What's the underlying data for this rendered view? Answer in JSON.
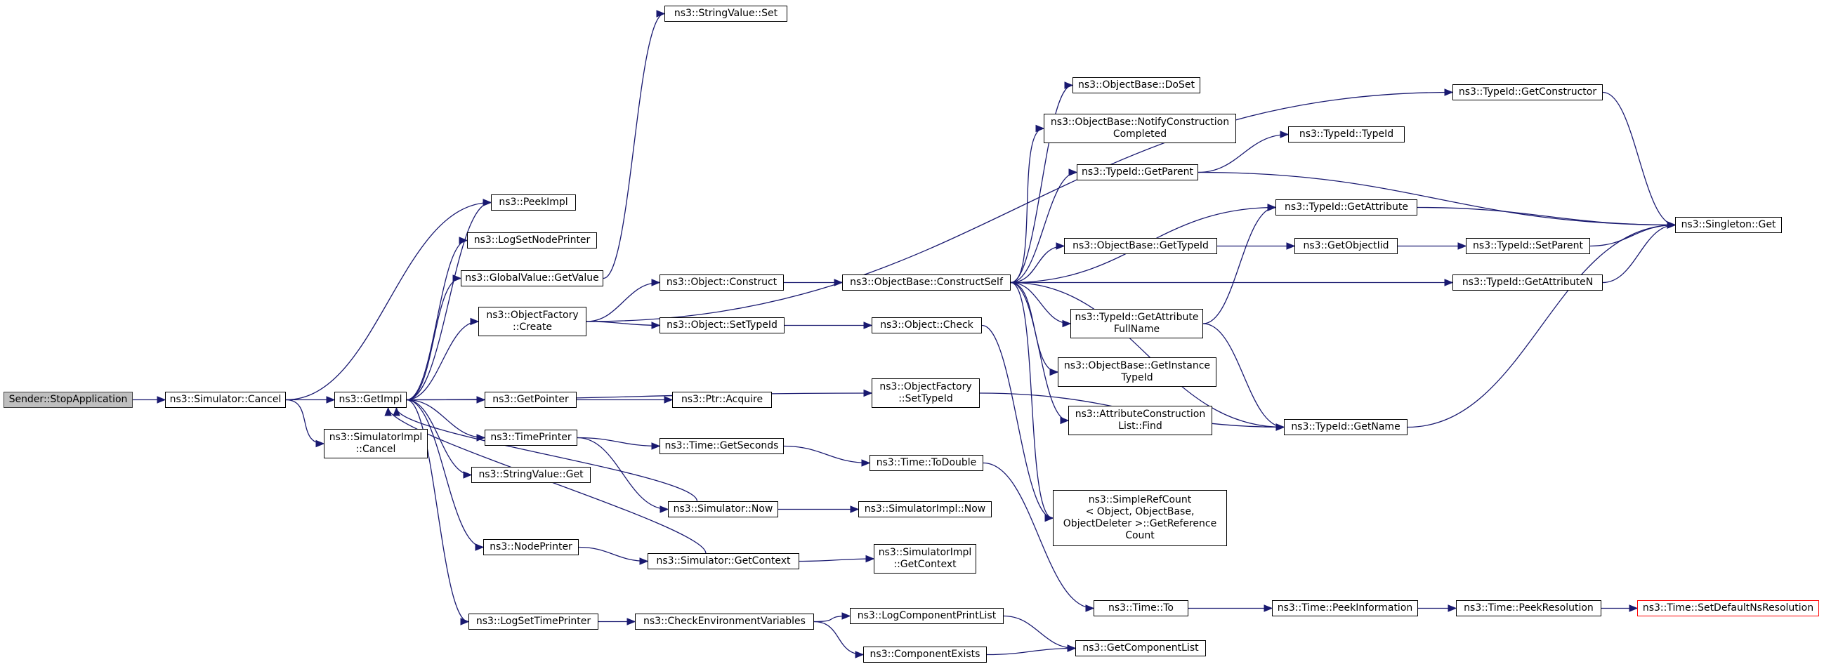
{
  "colors": {
    "edge": "#191970",
    "root_fill": "#bfbfbf",
    "truncated_border": "#ff0000"
  },
  "nodes": [
    {
      "id": "stopapp",
      "label": "Sender::StopApplication"
    },
    {
      "id": "simcancel",
      "label": "ns3::Simulator::Cancel"
    },
    {
      "id": "getimpl",
      "label": "ns3::GetImpl"
    },
    {
      "id": "simimplcancel",
      "label": "ns3::SimulatorImpl\n::Cancel"
    },
    {
      "id": "peekimpl",
      "label": "ns3::PeekImpl"
    },
    {
      "id": "logsetnode",
      "label": "ns3::LogSetNodePrinter"
    },
    {
      "id": "globalvalue",
      "label": "ns3::GlobalValue::GetValue"
    },
    {
      "id": "objfactorycreate",
      "label": "ns3::ObjectFactory\n::Create"
    },
    {
      "id": "getpointer",
      "label": "ns3::GetPointer"
    },
    {
      "id": "timeprinter",
      "label": "ns3::TimePrinter"
    },
    {
      "id": "stringvalueget",
      "label": "ns3::StringValue::Get"
    },
    {
      "id": "nodeprinter",
      "label": "ns3::NodePrinter"
    },
    {
      "id": "logsettime",
      "label": "ns3::LogSetTimePrinter"
    },
    {
      "id": "stringvalueset",
      "label": "ns3::StringValue::Set"
    },
    {
      "id": "objconstruct",
      "label": "ns3::Object::Construct"
    },
    {
      "id": "objsettypeid",
      "label": "ns3::Object::SetTypeId"
    },
    {
      "id": "ptracquire",
      "label": "ns3::Ptr::Acquire"
    },
    {
      "id": "timegetseconds",
      "label": "ns3::Time::GetSeconds"
    },
    {
      "id": "simnow",
      "label": "ns3::Simulator::Now"
    },
    {
      "id": "simgetcontext",
      "label": "ns3::Simulator::GetContext"
    },
    {
      "id": "checkenv",
      "label": "ns3::CheckEnvironmentVariables"
    },
    {
      "id": "constructself",
      "label": "ns3::ObjectBase::ConstructSelf"
    },
    {
      "id": "objcheck",
      "label": "ns3::Object::Check"
    },
    {
      "id": "objfactorysettypeid",
      "label": "ns3::ObjectFactory\n::SetTypeId"
    },
    {
      "id": "timetodouble",
      "label": "ns3::Time::ToDouble"
    },
    {
      "id": "simimplnow",
      "label": "ns3::SimulatorImpl::Now"
    },
    {
      "id": "simimplgetcontext",
      "label": "ns3::SimulatorImpl\n::GetContext"
    },
    {
      "id": "logcompprint",
      "label": "ns3::LogComponentPrintList"
    },
    {
      "id": "compexists",
      "label": "ns3::ComponentExists"
    },
    {
      "id": "doset",
      "label": "ns3::ObjectBase::DoSet"
    },
    {
      "id": "notifyconstruction",
      "label": "ns3::ObjectBase::NotifyConstruction\nCompleted"
    },
    {
      "id": "typeidgetparent",
      "label": "ns3::TypeId::GetParent"
    },
    {
      "id": "objbasegettypeid",
      "label": "ns3::ObjectBase::GetTypeId"
    },
    {
      "id": "getattrfullname",
      "label": "ns3::TypeId::GetAttribute\nFullName"
    },
    {
      "id": "getinstancetypeid",
      "label": "ns3::ObjectBase::GetInstance\nTypeId"
    },
    {
      "id": "attrconstruction",
      "label": "ns3::AttributeConstruction\nList::Find"
    },
    {
      "id": "simplerefcount",
      "label": "ns3::SimpleRefCount\n< Object, ObjectBase,\n ObjectDeleter >::GetReference\nCount"
    },
    {
      "id": "timeto",
      "label": "ns3::Time::To"
    },
    {
      "id": "getcomplist",
      "label": "ns3::GetComponentList"
    },
    {
      "id": "typeidtypeid",
      "label": "ns3::TypeId::TypeId"
    },
    {
      "id": "typeidgetattribute",
      "label": "ns3::TypeId::GetAttribute"
    },
    {
      "id": "getobjectiid",
      "label": "ns3::GetObjectIid"
    },
    {
      "id": "typeidgetname",
      "label": "ns3::TypeId::GetName"
    },
    {
      "id": "timepeekinfo",
      "label": "ns3::Time::PeekInformation"
    },
    {
      "id": "typeidgetconstructor",
      "label": "ns3::TypeId::GetConstructor"
    },
    {
      "id": "typeidsetparent",
      "label": "ns3::TypeId::SetParent"
    },
    {
      "id": "typeidgetattributen",
      "label": "ns3::TypeId::GetAttributeN"
    },
    {
      "id": "timepeekres",
      "label": "ns3::Time::PeekResolution"
    },
    {
      "id": "singletonget",
      "label": "ns3::Singleton::Get"
    },
    {
      "id": "setdefaultns",
      "label": "ns3::Time::SetDefaultNsResolution"
    }
  ],
  "edges": [
    [
      "stopapp",
      "simcancel"
    ],
    [
      "simcancel",
      "getimpl"
    ],
    [
      "simcancel",
      "simimplcancel"
    ],
    [
      "simcancel",
      "peekimpl"
    ],
    [
      "getimpl",
      "peekimpl"
    ],
    [
      "getimpl",
      "logsetnode"
    ],
    [
      "getimpl",
      "globalvalue"
    ],
    [
      "getimpl",
      "objfactorycreate"
    ],
    [
      "getimpl",
      "getpointer"
    ],
    [
      "getimpl",
      "timeprinter"
    ],
    [
      "getimpl",
      "stringvalueget"
    ],
    [
      "getimpl",
      "nodeprinter"
    ],
    [
      "getimpl",
      "logsettime"
    ],
    [
      "getimpl",
      "objfactorysettypeid"
    ],
    [
      "simnow",
      "getimpl"
    ],
    [
      "simgetcontext",
      "getimpl"
    ],
    [
      "globalvalue",
      "stringvalueset"
    ],
    [
      "objfactorycreate",
      "objconstruct"
    ],
    [
      "objfactorycreate",
      "objsettypeid"
    ],
    [
      "objfactorycreate",
      "typeidgetconstructor"
    ],
    [
      "getpointer",
      "ptracquire"
    ],
    [
      "timeprinter",
      "timegetseconds"
    ],
    [
      "timeprinter",
      "simnow"
    ],
    [
      "nodeprinter",
      "simgetcontext"
    ],
    [
      "logsettime",
      "checkenv"
    ],
    [
      "objconstruct",
      "constructself"
    ],
    [
      "objsettypeid",
      "objcheck"
    ],
    [
      "timegetseconds",
      "timetodouble"
    ],
    [
      "simnow",
      "simimplnow"
    ],
    [
      "simgetcontext",
      "simimplgetcontext"
    ],
    [
      "checkenv",
      "logcompprint"
    ],
    [
      "checkenv",
      "compexists"
    ],
    [
      "constructself",
      "doset"
    ],
    [
      "constructself",
      "notifyconstruction"
    ],
    [
      "constructself",
      "typeidgetparent"
    ],
    [
      "constructself",
      "typeidgetattribute"
    ],
    [
      "constructself",
      "objbasegettypeid"
    ],
    [
      "constructself",
      "typeidgetattributen"
    ],
    [
      "constructself",
      "getattrfullname"
    ],
    [
      "constructself",
      "getinstancetypeid"
    ],
    [
      "constructself",
      "attrconstruction"
    ],
    [
      "constructself",
      "typeidgetname"
    ],
    [
      "constructself",
      "simplerefcount"
    ],
    [
      "objcheck",
      "simplerefcount"
    ],
    [
      "objfactorysettypeid",
      "typeidgetname"
    ],
    [
      "timetodouble",
      "timeto"
    ],
    [
      "logcompprint",
      "getcomplist"
    ],
    [
      "compexists",
      "getcomplist"
    ],
    [
      "typeidgetparent",
      "typeidtypeid"
    ],
    [
      "typeidgetparent",
      "singletonget"
    ],
    [
      "objbasegettypeid",
      "getobjectiid"
    ],
    [
      "getattrfullname",
      "typeidgetattribute"
    ],
    [
      "getattrfullname",
      "typeidgetname"
    ],
    [
      "typeidgetattribute",
      "singletonget"
    ],
    [
      "getobjectiid",
      "typeidsetparent"
    ],
    [
      "typeidgetname",
      "singletonget"
    ],
    [
      "timeto",
      "timepeekinfo"
    ],
    [
      "timepeekinfo",
      "timepeekres"
    ],
    [
      "typeidgetconstructor",
      "singletonget"
    ],
    [
      "typeidsetparent",
      "singletonget"
    ],
    [
      "typeidgetattributen",
      "singletonget"
    ],
    [
      "timepeekres",
      "setdefaultns"
    ]
  ]
}
